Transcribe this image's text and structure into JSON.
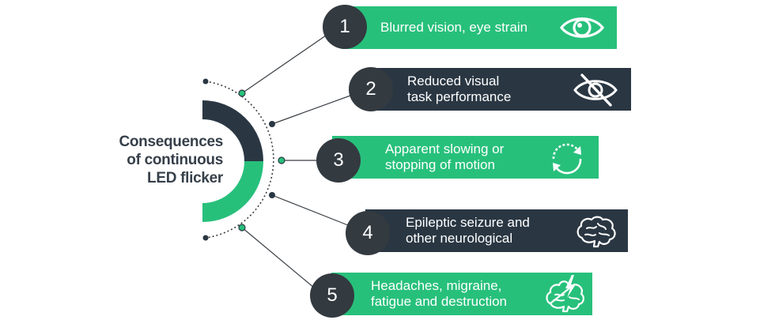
{
  "title": {
    "lines": [
      "Consequences",
      "of continuous",
      "LED flicker"
    ]
  },
  "colors": {
    "green": "#27c07b",
    "dark": "#2a3743",
    "badge": "#333a40",
    "title_text": "#36404a",
    "connector": "#3a3f44"
  },
  "items": [
    {
      "number": "1",
      "lines": [
        "Blurred vision, eye strain"
      ],
      "color": "green",
      "icon": "eye-icon"
    },
    {
      "number": "2",
      "lines": [
        "Reduced visual",
        "task performance"
      ],
      "color": "dark",
      "icon": "eye-slash-icon"
    },
    {
      "number": "3",
      "lines": [
        "Apparent slowing or",
        "stopping of motion"
      ],
      "color": "green",
      "icon": "refresh-icon"
    },
    {
      "number": "4",
      "lines": [
        "Epileptic seizure and",
        "other neurological"
      ],
      "color": "dark",
      "icon": "brain-icon"
    },
    {
      "number": "5",
      "lines": [
        "Headaches, migraine,",
        "fatigue and destruction"
      ],
      "color": "green",
      "icon": "brain-lightning-icon"
    }
  ]
}
